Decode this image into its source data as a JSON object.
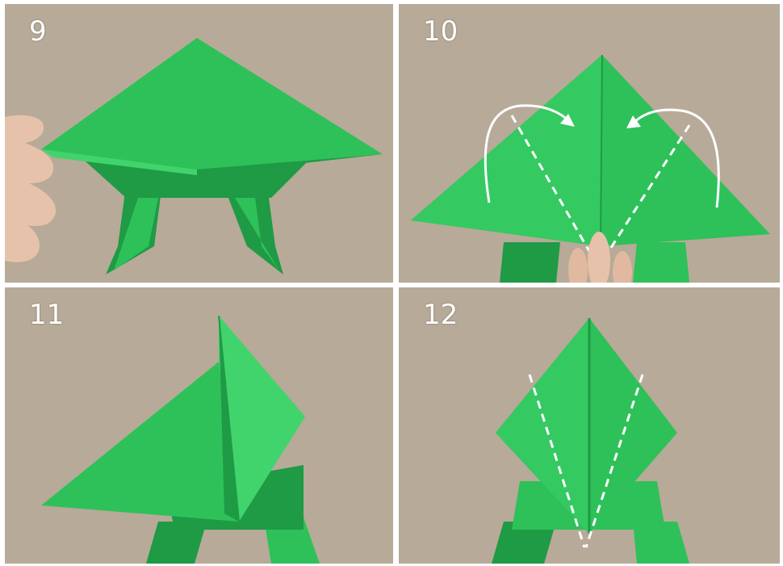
{
  "steps": [
    {
      "number": "9"
    },
    {
      "number": "10"
    },
    {
      "number": "11"
    },
    {
      "number": "12"
    }
  ],
  "colors": {
    "background": "#b7aa98",
    "paper": "#2ec159",
    "paper_dark": "#1f9a45",
    "paper_light": "#41d46c",
    "guide_line": "#ffffff",
    "skin": "#e7c2aa"
  },
  "icons": [
    "fold-arrow-icon",
    "dashed-fold-line"
  ]
}
